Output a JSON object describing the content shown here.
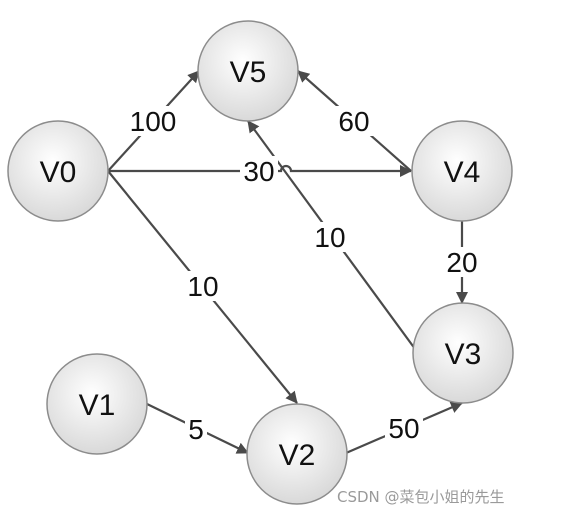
{
  "diagram": {
    "type": "directed-weighted-graph",
    "colors": {
      "node_fill_center": "#ffffff",
      "node_fill_edge": "#d9d9d9",
      "node_stroke": "#8c8c8c",
      "edge": "#4a4a4a"
    },
    "nodes": [
      {
        "id": "V0",
        "label": "V0"
      },
      {
        "id": "V1",
        "label": "V1"
      },
      {
        "id": "V2",
        "label": "V2"
      },
      {
        "id": "V3",
        "label": "V3"
      },
      {
        "id": "V4",
        "label": "V4"
      },
      {
        "id": "V5",
        "label": "V5"
      }
    ],
    "edges": [
      {
        "from": "V0",
        "to": "V5",
        "weight": "100"
      },
      {
        "from": "V0",
        "to": "V4",
        "weight": "30"
      },
      {
        "from": "V0",
        "to": "V2",
        "weight": "10"
      },
      {
        "from": "V4",
        "to": "V5",
        "weight": "60"
      },
      {
        "from": "V4",
        "to": "V3",
        "weight": "20"
      },
      {
        "from": "V3",
        "to": "V5",
        "weight": "10"
      },
      {
        "from": "V1",
        "to": "V2",
        "weight": "5"
      },
      {
        "from": "V2",
        "to": "V3",
        "weight": "50"
      }
    ]
  },
  "watermark": "CSDN @菜包小姐的先生"
}
